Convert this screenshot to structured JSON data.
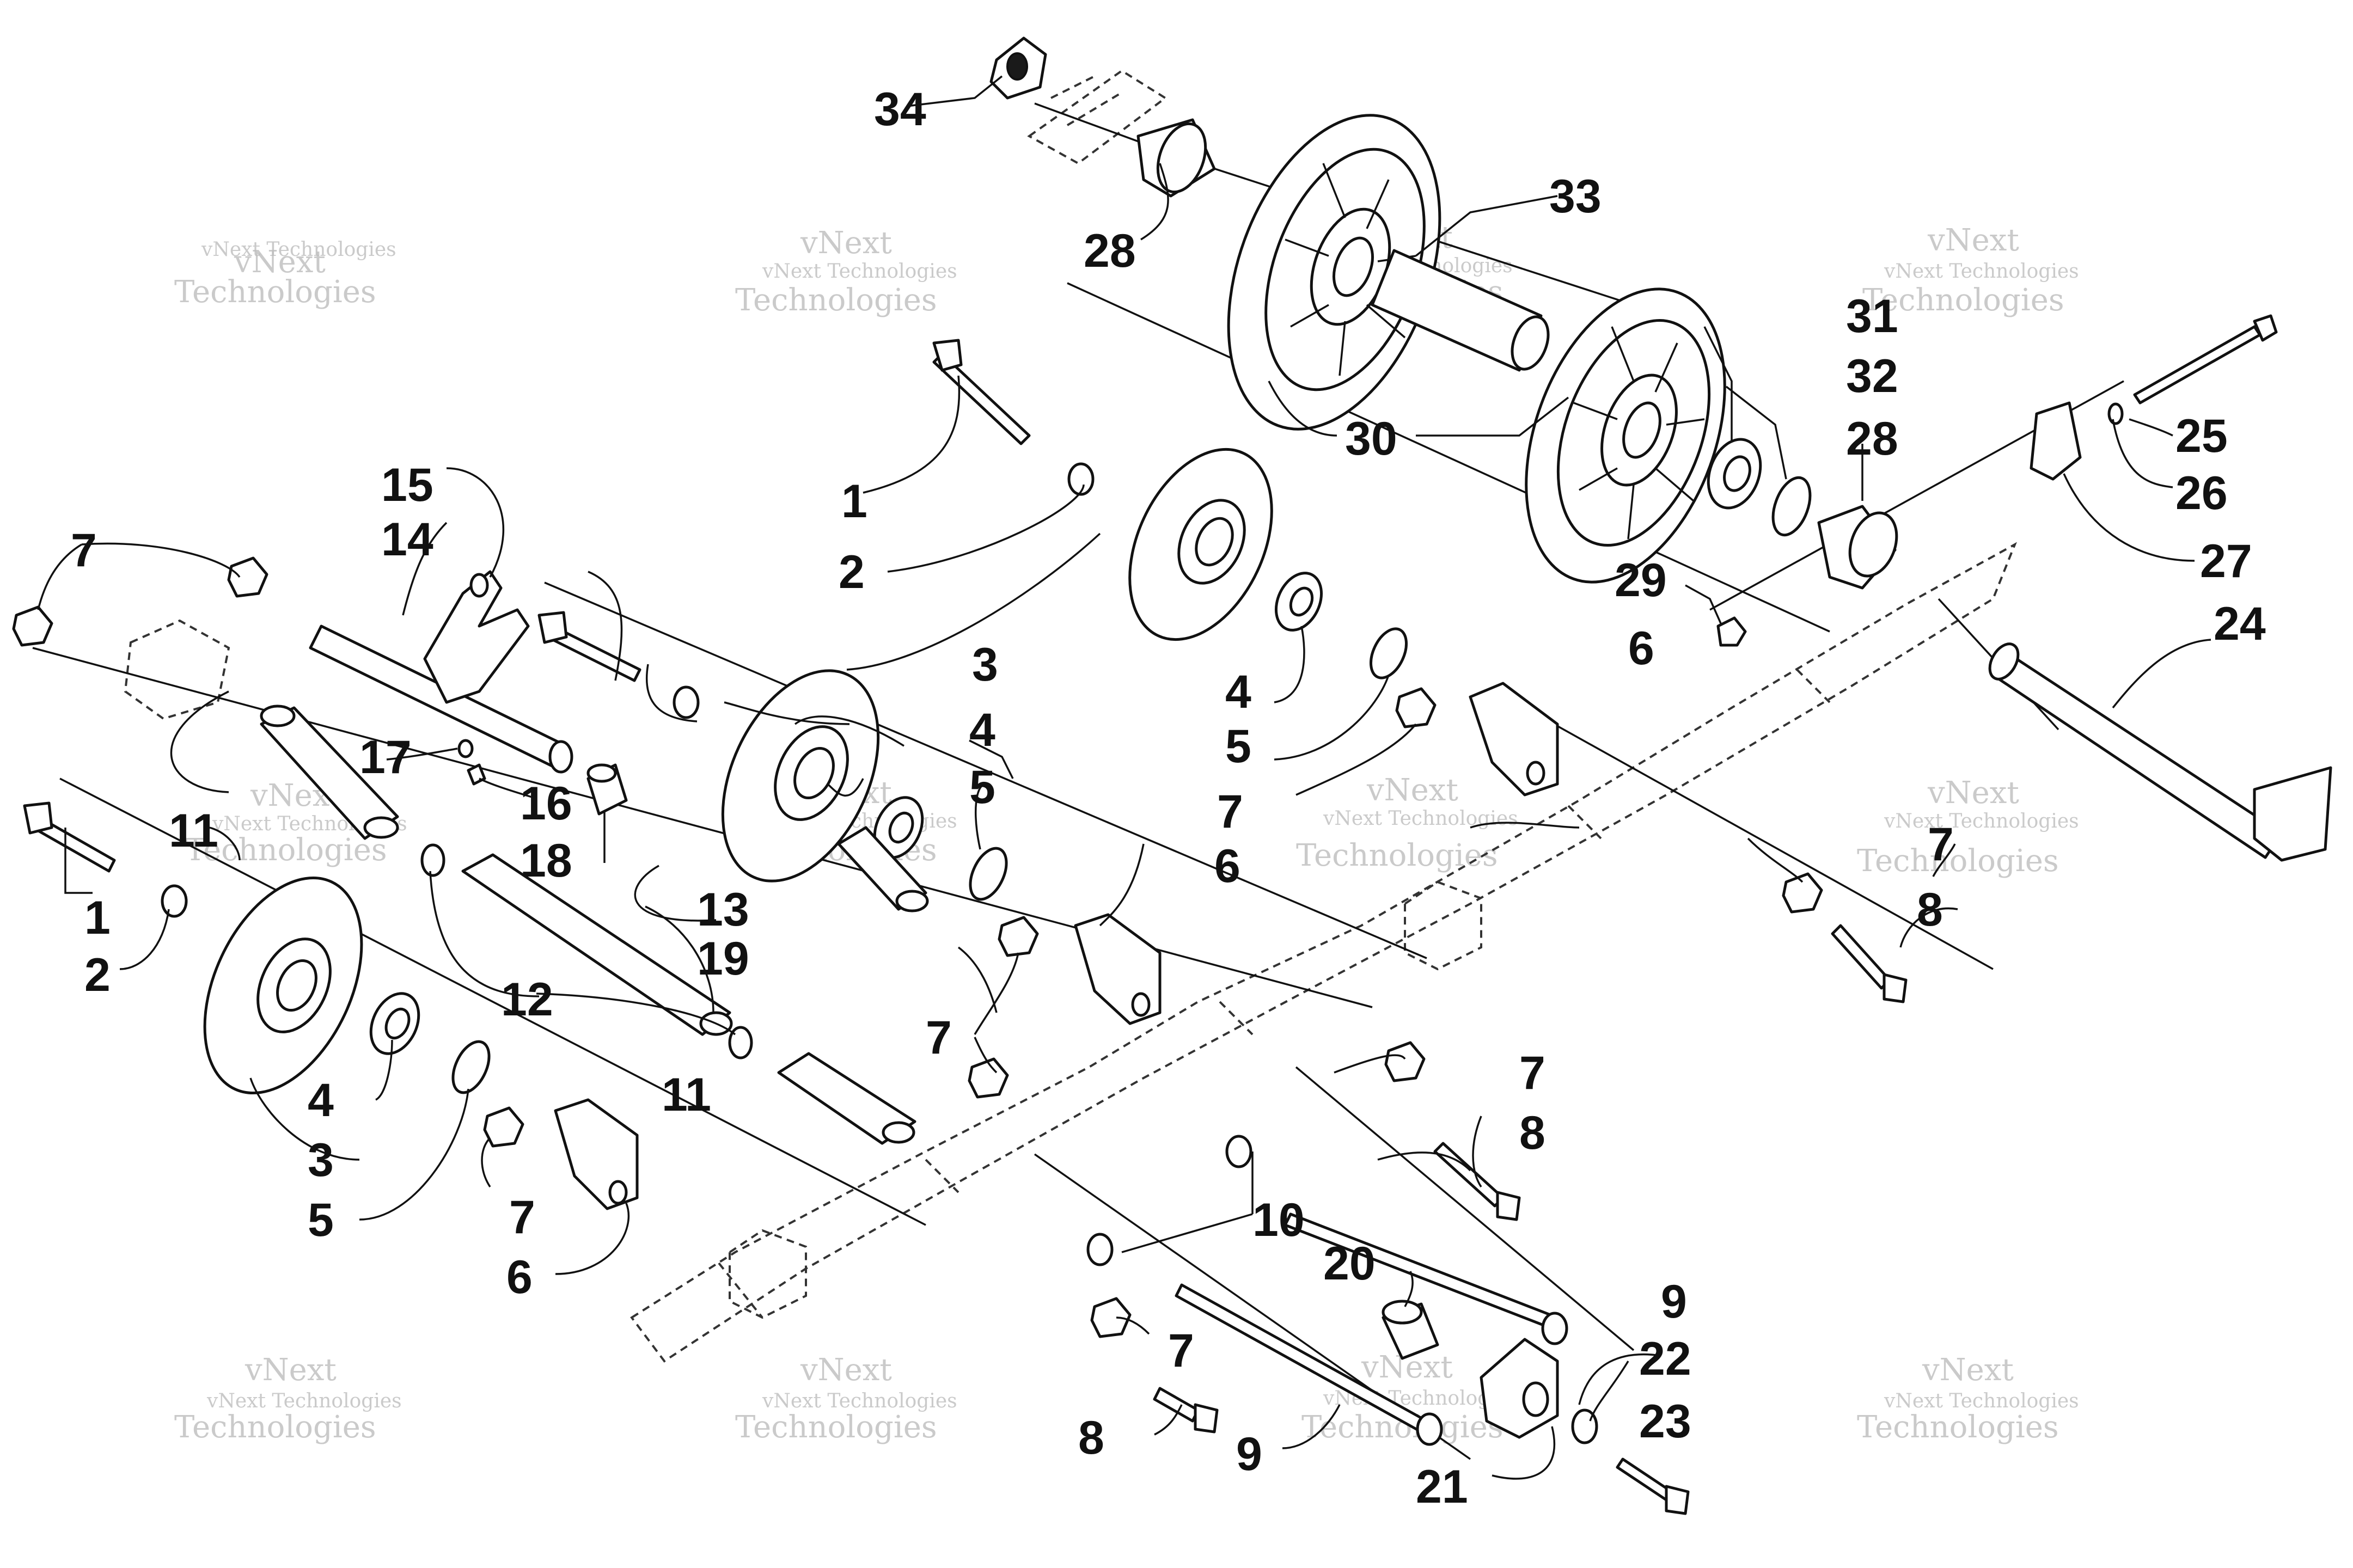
{
  "watermark": {
    "line_small": "vNext Technologies",
    "line_big_1": "vNext",
    "line_big_2": "Technologies"
  },
  "callouts": {
    "c1": "1",
    "c2": "2",
    "c3": "3",
    "c4": "4",
    "c5": "5",
    "c6": "6",
    "c7": "7",
    "c8": "8",
    "c9": "9",
    "c10": "10",
    "c11": "11",
    "c12": "12",
    "c13": "13",
    "c14": "14",
    "c15": "15",
    "c16": "16",
    "c17": "17",
    "c18": "18",
    "c19": "19",
    "c20": "20",
    "c21": "21",
    "c22": "22",
    "c23": "23",
    "c24": "24",
    "c25": "25",
    "c26": "26",
    "c27": "27",
    "c28": "28",
    "c29": "29",
    "c30": "30",
    "c31": "31",
    "c32": "32",
    "c33": "33",
    "c34": "34"
  }
}
